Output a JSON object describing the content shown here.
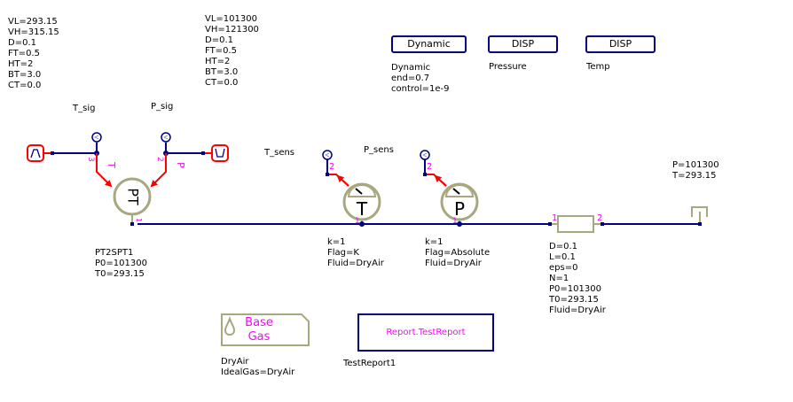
{
  "colors": {
    "wire": "#000080",
    "signal": "#ff0000",
    "component": "#a8a880",
    "port_label": "#ff00ff",
    "text": "#000000"
  },
  "params": {
    "t_sig_gen": [
      "VL=293.15",
      "VH=315.15",
      "D=0.1",
      "FT=0.5",
      "HT=2",
      "BT=3.0",
      "CT=0.0"
    ],
    "p_sig_gen": [
      "VL=101300",
      "VH=121300",
      "D=0.1",
      "FT=0.5",
      "HT=2",
      "BT=3.0",
      "CT=0.0"
    ],
    "dynamic": [
      "Dynamic",
      "end=0.7",
      "control=1e-9"
    ],
    "pt2spt": [
      "PT2SPT1",
      "P0=101300",
      "T0=293.15"
    ],
    "t_sensor": [
      "k=1",
      "Flag=K",
      "Fluid=DryAir"
    ],
    "p_sensor": [
      "k=1",
      "Flag=Absolute",
      "Fluid=DryAir"
    ],
    "pipe": [
      "D=0.1",
      "L=0.1",
      "eps=0",
      "N=1",
      "P0=101300",
      "T0=293.15",
      "Fluid=DryAir"
    ],
    "boundary": [
      "P=101300",
      "T=293.15"
    ],
    "base_gas": [
      "DryAir",
      "IdealGas=DryAir"
    ]
  },
  "labels": {
    "t_sig": "T_sig",
    "p_sig": "P_sig",
    "t_sens": "T_sens",
    "p_sens": "P_sens",
    "pressure_disp": "Pressure",
    "temp_disp": "Temp",
    "test_report_name": "TestReport1"
  },
  "buttons": {
    "dynamic": "Dynamic",
    "disp_pressure": "DISP",
    "disp_temp": "DISP"
  },
  "components": {
    "pt_symbol": "PT",
    "t_symbol": "T",
    "p_symbol": "P",
    "base_gas_title": "Base\nGas",
    "report": "Report.TestReport"
  },
  "ports": {
    "pt_in_t": "3",
    "pt_in_p": "2",
    "pt_out": "1",
    "t_letter": "T",
    "p_letter": "P",
    "tsens_out": "2",
    "tsens_in": "1",
    "psens_out": "2",
    "psens_in": "1",
    "pipe_in": "1",
    "pipe_out": "2"
  }
}
